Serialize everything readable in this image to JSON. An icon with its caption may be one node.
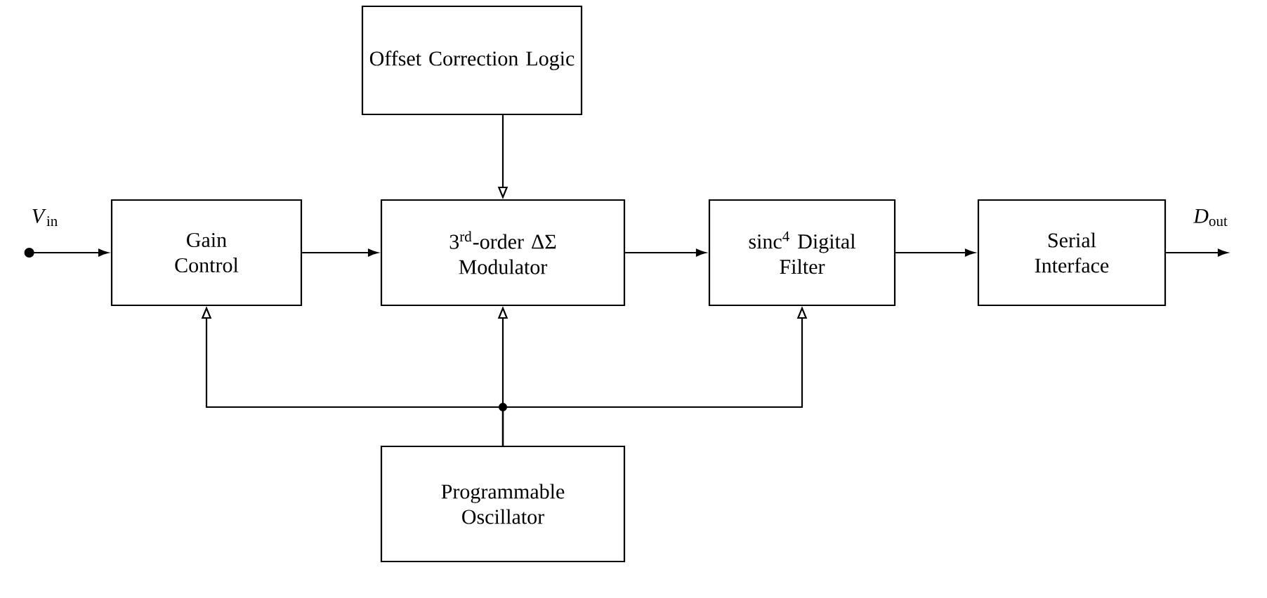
{
  "diagram": {
    "nodes": [
      {
        "text": [
          "Offset Correction Logic"
        ]
      },
      {
        "text": [
          "*V*$_{in}$"
        ]
      },
      {
        "text": [
          "Gain Control"
        ]
      },
      {
        "text": [
          "3$^{rd}$-order ΔΣ Modulator"
        ]
      },
      {
        "text": [
          "sinc$^{4}$ Digital Filter"
        ]
      },
      {
        "text": [
          "Serial Interface"
        ]
      },
      {
        "text": [
          "*D*$_{out}$"
        ]
      },
      {
        "text": [
          "Programmable Oscillator"
        ]
      }
    ],
    "edges": [
      {
        "from": 1,
        "to": 2,
        "arrow": "to"
      },
      {
        "from": 2,
        "to": 3,
        "arrow": "to"
      },
      {
        "from": 3,
        "to": 4,
        "arrow": "to"
      },
      {
        "from": 4,
        "to": 5,
        "arrow": "to"
      },
      {
        "from": 5,
        "to": 6,
        "arrow": "to"
      },
      {
        "from": 0,
        "to": 3,
        "arrow": "to"
      },
      {
        "from": 7,
        "to": 2,
        "arrow": "to"
      },
      {
        "from": 7,
        "to": 3,
        "arrow": "to"
      },
      {
        "from": 7,
        "to": 4,
        "arrow": "to"
      }
    ]
  }
}
